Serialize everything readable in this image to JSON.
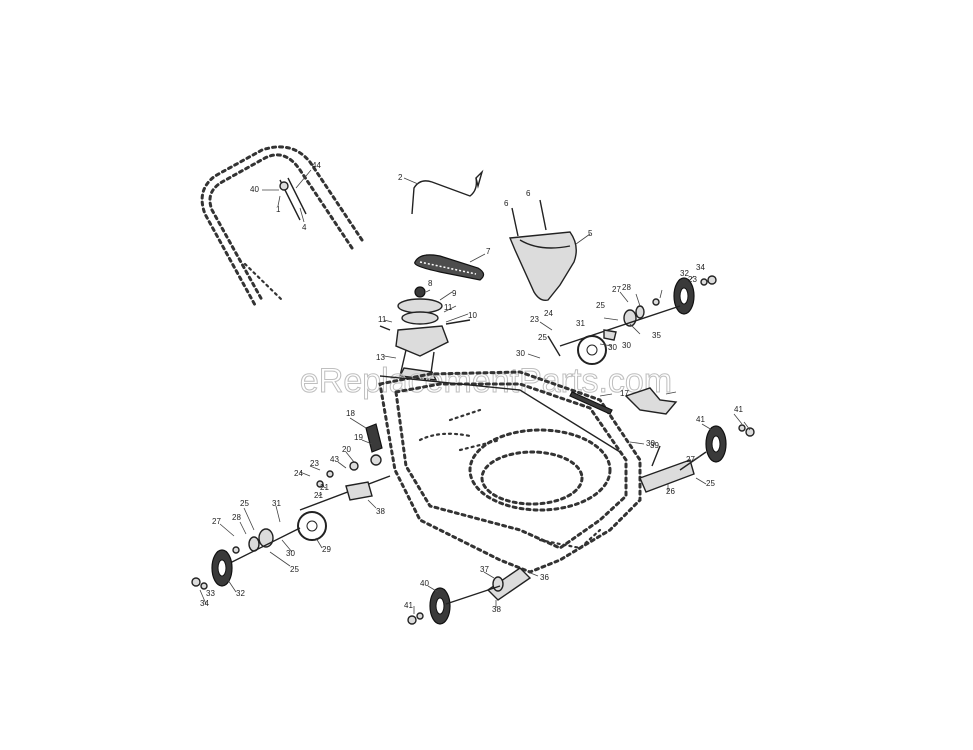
{
  "watermark": "eReplacementParts.com",
  "colors": {
    "background": "#ffffff",
    "lines": "#222222",
    "watermark": "#bfbfbf"
  },
  "callouts": [
    "44",
    "40",
    "1",
    "4",
    "2",
    "7",
    "6",
    "6",
    "5",
    "8",
    "9",
    "11",
    "11",
    "10",
    "13",
    "27",
    "28",
    "32",
    "34",
    "23",
    "25",
    "24",
    "23",
    "25",
    "31",
    "30",
    "30",
    "35",
    "30",
    "17",
    "18",
    "19",
    "20",
    "43",
    "23",
    "24",
    "21",
    "21",
    "38",
    "41",
    "41",
    "30",
    "27",
    "26",
    "25",
    "27",
    "28",
    "25",
    "31",
    "30",
    "29",
    "25",
    "32",
    "33",
    "34",
    "40",
    "37",
    "36",
    "41",
    "38",
    "39"
  ]
}
